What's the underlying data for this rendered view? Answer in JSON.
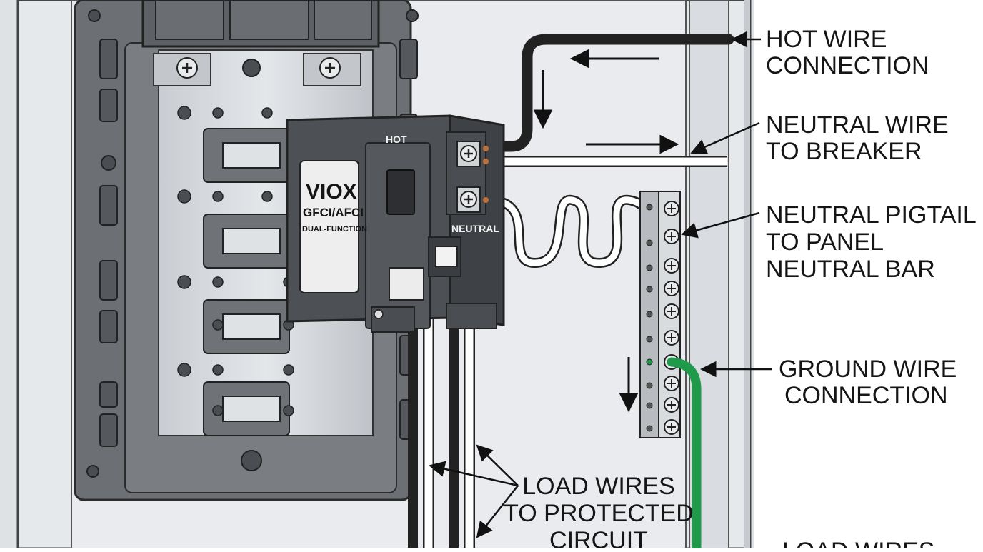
{
  "breaker": {
    "brand": "VIOX",
    "type": "GFCI/AFCI",
    "subtitle": "DUAL-FUNCTION",
    "hot_terminal_label": "HOT",
    "neutral_terminal_label": "NEUTRAL"
  },
  "callouts": {
    "hot": {
      "line1": "HOT WIRE",
      "line2": "CONNECTION"
    },
    "neutral": {
      "line1": "NEUTRAL WIRE",
      "line2": "TO BREAKER"
    },
    "pigtail": {
      "line1": "NEUTRAL PIGTAIL",
      "line2": "TO PANEL",
      "line3": "NEUTRAL BAR"
    },
    "ground": {
      "line1": "GROUND WIRE",
      "line2": "CONNECTION"
    },
    "load": {
      "line1": "LOAD WIRES",
      "line2": "TO PROTECTED",
      "line3": "CIRCUIT"
    },
    "load_cut": {
      "line1": "LOAD WIRES"
    }
  },
  "colors": {
    "hot_wire": "#2a2a2a",
    "neutral_wire": "#ffffff",
    "ground_wire": "#1f9a4a",
    "breaker_body": "#55585c",
    "panel_gray": "#6c6f73",
    "busbar": "#cfd3d8"
  }
}
